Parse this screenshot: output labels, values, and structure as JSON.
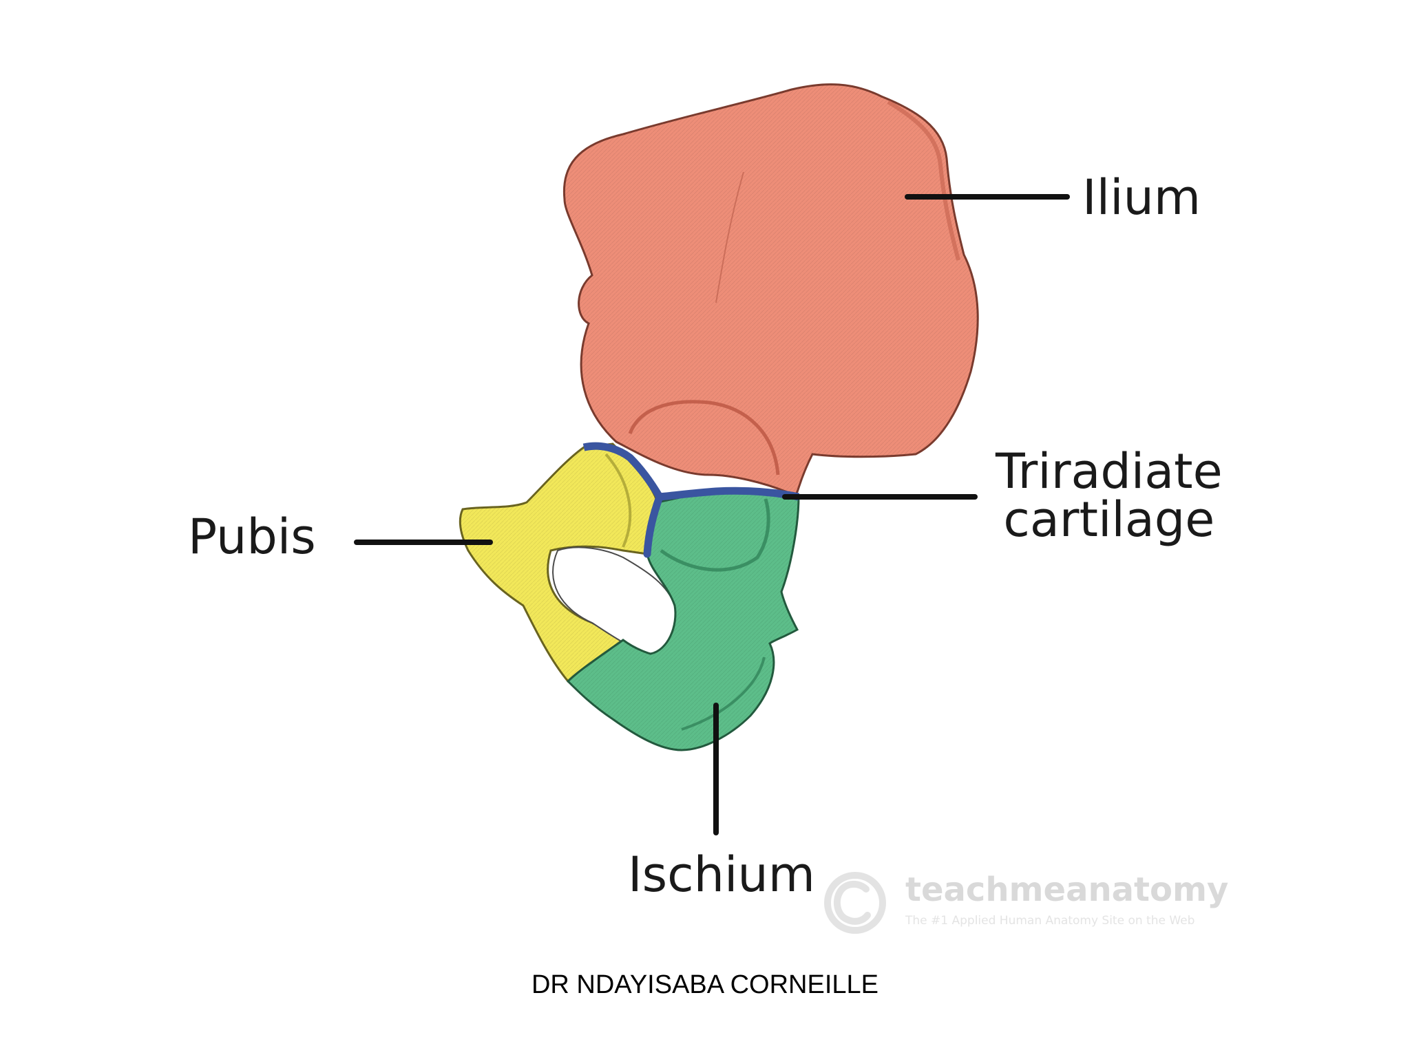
{
  "labels": {
    "ilium": "Ilium",
    "triradiate_line1": "Triradiate",
    "triradiate_line2": "cartilage",
    "pubis": "Pubis",
    "ischium": "Ischium"
  },
  "watermark": {
    "brand": "teachmeanatomy",
    "tagline": "The #1 Applied Human Anatomy Site on the Web",
    "icon": "copyright-icon"
  },
  "footer": {
    "author": "DR NDAYISABA CORNEILLE"
  },
  "colors": {
    "ilium": "#EE8E78",
    "pubis": "#F2E85A",
    "ischium": "#5DBE8A",
    "cartilage": "#3A55A0",
    "leader": "#111111"
  }
}
